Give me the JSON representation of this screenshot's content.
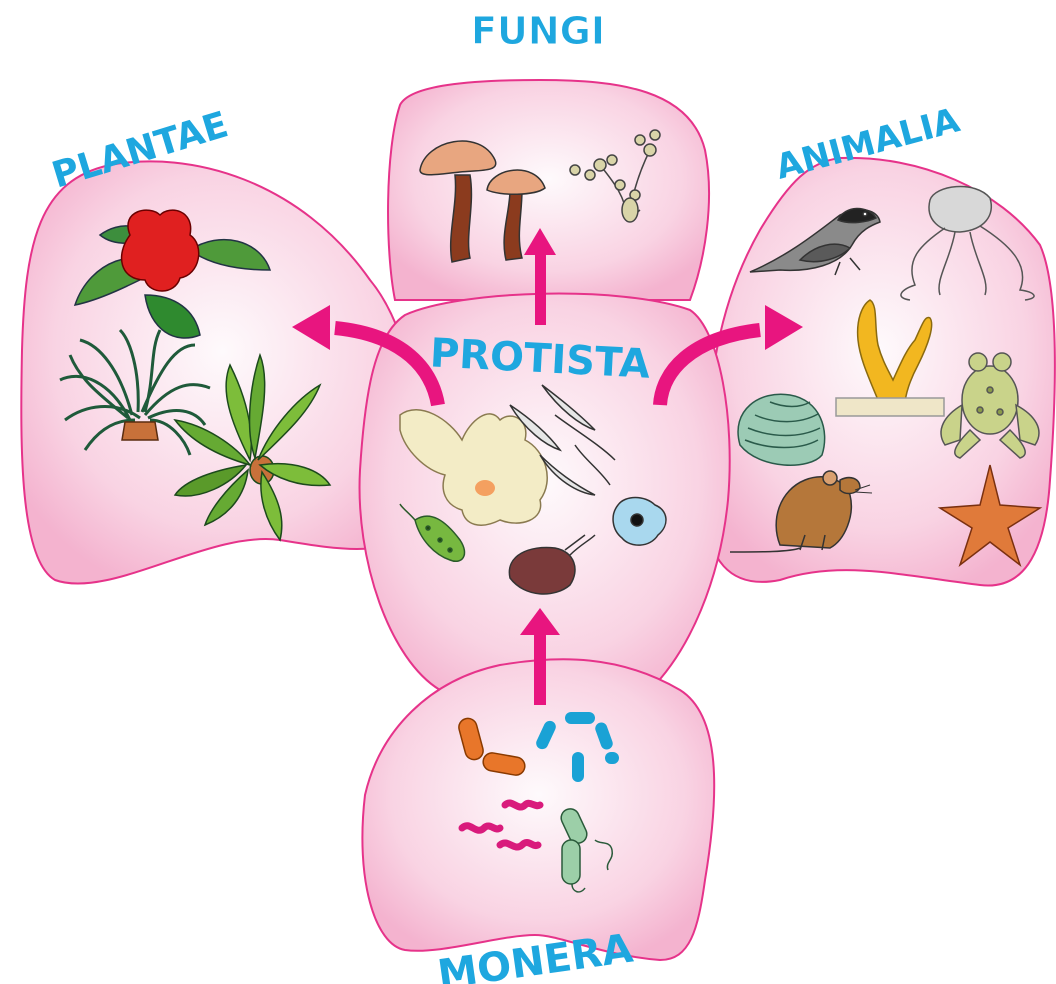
{
  "title": "",
  "colors": {
    "blob_fill_light": "#fdeaf2",
    "blob_fill_dark": "#f7bfd6",
    "blob_stroke": "#e6338a",
    "arrow": "#e8157f",
    "label": "#1ea7df"
  },
  "kingdoms": {
    "fungi": {
      "label": "FUNGI"
    },
    "plantae": {
      "label": "PLANTAE"
    },
    "animalia": {
      "label": "ANIMALIA"
    },
    "protista": {
      "label": "PROTISTA"
    },
    "monera": {
      "label": "MONERA"
    }
  },
  "arrows": [
    {
      "from": "MONERA",
      "to": "PROTISTA"
    },
    {
      "from": "PROTISTA",
      "to": "FUNGI"
    },
    {
      "from": "PROTISTA",
      "to": "PLANTAE"
    },
    {
      "from": "PROTISTA",
      "to": "ANIMALIA"
    }
  ],
  "illustrations": {
    "fungi": [
      "mushroom-icon",
      "mushroom-icon",
      "mold-icon"
    ],
    "plantae": [
      "hibiscus-icon",
      "spider-plant-icon",
      "potted-plant-icon"
    ],
    "animalia": [
      "bird-icon",
      "jellyfish-icon",
      "coral-icon",
      "frog-icon",
      "shell-icon",
      "mouse-icon",
      "starfish-icon"
    ],
    "protista": [
      "amoeba-icon",
      "euglena-icon",
      "trypanosome-icon",
      "paramecium-icon",
      "cell-icon"
    ],
    "monera": [
      "bacillus-icon",
      "spirillum-icon",
      "vibrio-icon",
      "flagellate-bacterium-icon"
    ]
  }
}
